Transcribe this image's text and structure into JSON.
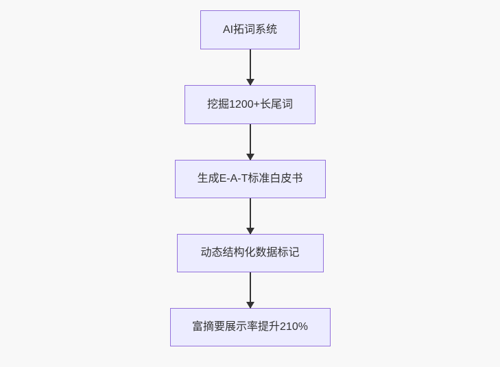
{
  "diagram": {
    "type": "flowchart",
    "direction": "top-down",
    "nodes": [
      {
        "id": "n1",
        "label": "AI拓词系统"
      },
      {
        "id": "n2",
        "label": "挖掘1200+长尾词"
      },
      {
        "id": "n3",
        "label": "生成E-A-T标准白皮书"
      },
      {
        "id": "n4",
        "label": "动态结构化数据标记"
      },
      {
        "id": "n5",
        "label": "富摘要展示率提升210%"
      }
    ],
    "edges": [
      {
        "from": "n1",
        "to": "n2"
      },
      {
        "from": "n2",
        "to": "n3"
      },
      {
        "from": "n3",
        "to": "n4"
      },
      {
        "from": "n4",
        "to": "n5"
      }
    ],
    "colors": {
      "node_fill": "#ECECFF",
      "node_border": "#9370DB",
      "arrow": "#333333",
      "text": "#333333",
      "background": "#f8f8f8"
    }
  }
}
